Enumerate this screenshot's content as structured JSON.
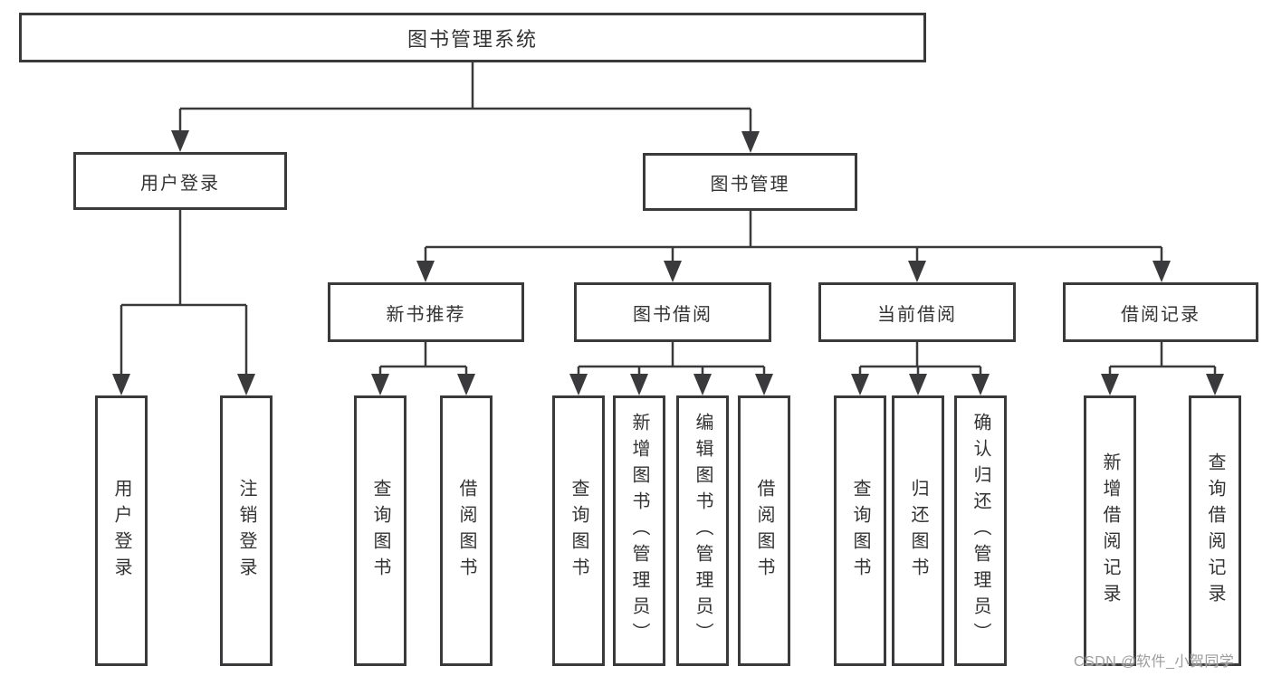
{
  "tree": {
    "root": {
      "label": "图书管理系统"
    },
    "branches": [
      {
        "label": "用户登录",
        "leaves": [
          {
            "label": "用户登录"
          },
          {
            "label": "注销登录"
          }
        ]
      },
      {
        "label": "图书管理",
        "groups": [
          {
            "label": "新书推荐",
            "leaves": [
              {
                "label": "查询图书"
              },
              {
                "label": "借阅图书"
              }
            ]
          },
          {
            "label": "图书借阅",
            "leaves": [
              {
                "label": "查询图书"
              },
              {
                "label": "新增图书（管理员）"
              },
              {
                "label": "编辑图书（管理员）"
              },
              {
                "label": "借阅图书"
              }
            ]
          },
          {
            "label": "当前借阅",
            "leaves": [
              {
                "label": "查询图书"
              },
              {
                "label": "归还图书"
              },
              {
                "label": "确认归还（管理员）"
              }
            ]
          },
          {
            "label": "借阅记录",
            "leaves": [
              {
                "label": "新增借阅记录"
              },
              {
                "label": "查询借阅记录"
              }
            ]
          }
        ]
      }
    ]
  },
  "watermark": {
    "text": "CSDN @软件_小贺同学"
  },
  "colors": {
    "line": "#3a3a3c",
    "box_border": "#3a3a3c",
    "text": "#333335",
    "watermark": "#9d9d9d",
    "background": "#ffffff"
  }
}
